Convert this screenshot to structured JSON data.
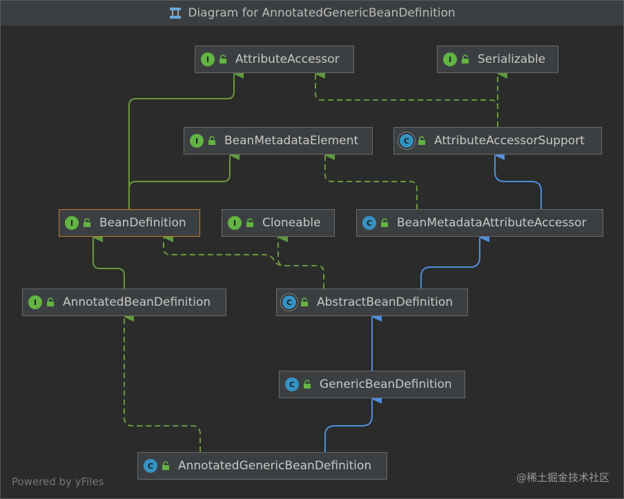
{
  "window": {
    "title": "Diagram for AnnotatedGenericBeanDefinition"
  },
  "colors": {
    "interface_edge": "#6a9a3c",
    "class_edge": "#4f8fe0",
    "selected_border": "#c77c2e"
  },
  "nodes": {
    "attribute_accessor": {
      "label": "AttributeAccessor",
      "kind": "interface",
      "badge": "I"
    },
    "serializable": {
      "label": "Serializable",
      "kind": "interface",
      "badge": "I"
    },
    "bean_metadata_element": {
      "label": "BeanMetadataElement",
      "kind": "interface",
      "badge": "I"
    },
    "attribute_accessor_support": {
      "label": "AttributeAccessorSupport",
      "kind": "abstract-class",
      "badge": "C"
    },
    "bean_definition": {
      "label": "BeanDefinition",
      "kind": "interface",
      "badge": "I"
    },
    "cloneable": {
      "label": "Cloneable",
      "kind": "interface",
      "badge": "I"
    },
    "bean_metadata_attribute_accessor": {
      "label": "BeanMetadataAttributeAccessor",
      "kind": "class",
      "badge": "C"
    },
    "annotated_bean_definition": {
      "label": "AnnotatedBeanDefinition",
      "kind": "interface",
      "badge": "I"
    },
    "abstract_bean_definition": {
      "label": "AbstractBeanDefinition",
      "kind": "abstract-class",
      "badge": "C"
    },
    "generic_bean_definition": {
      "label": "GenericBeanDefinition",
      "kind": "class",
      "badge": "C"
    },
    "annotated_generic_bean_definition": {
      "label": "AnnotatedGenericBeanDefinition",
      "kind": "class",
      "badge": "C"
    }
  },
  "footer": {
    "powered_by": "Powered by yFiles",
    "watermark": "@稀土掘金技术社区"
  }
}
